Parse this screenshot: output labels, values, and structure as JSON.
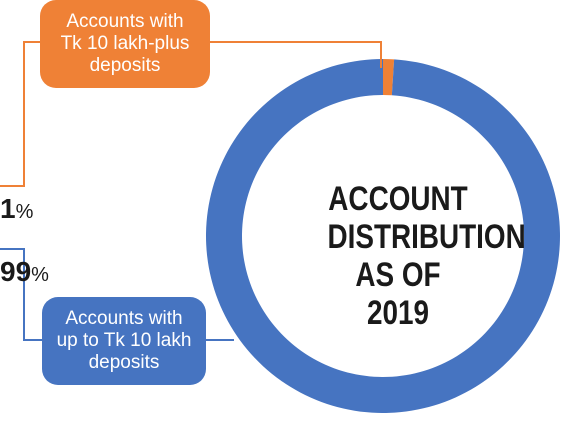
{
  "chart_data": {
    "type": "pie",
    "donut": true,
    "categories": [
      "Accounts with Tk 10 lakh-plus deposits",
      "Accounts with up to Tk 10 lakh deposits"
    ],
    "values": [
      1,
      99
    ],
    "colors": [
      "#ef8136",
      "#4674c1"
    ],
    "title": "ACCOUNT DISTRIBUTION AS OF 2019"
  },
  "center_title": {
    "line1": "ACCOUNT",
    "line2": "DISTRIBUTION",
    "line3": "AS OF 2019"
  },
  "callouts": {
    "orange": {
      "line1": "Accounts with",
      "line2": "Tk 10 lakh-plus",
      "line3": "deposits",
      "value": "1",
      "unit": "%"
    },
    "blue": {
      "line1": "Accounts with",
      "line2": "up to Tk 10 lakh",
      "line3": "deposits",
      "value": "99",
      "unit": "%"
    }
  }
}
